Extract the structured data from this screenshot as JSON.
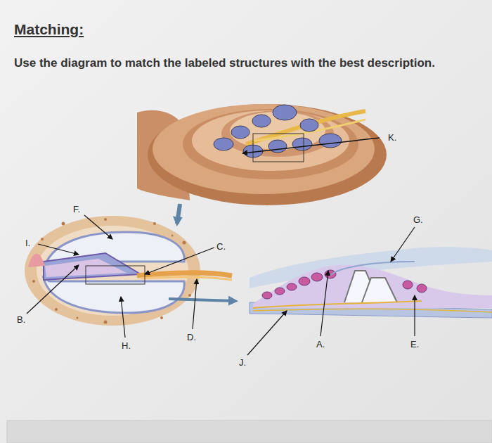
{
  "diagram": {
    "title": "Matching:",
    "labels": [
      "Use the diagram to match the labeled structures with the best description.",
      "K.",
      "F.",
      "G.",
      "I.",
      "C.",
      "B.",
      "H.",
      "D.",
      "J.",
      "A.",
      "E."
    ]
  }
}
